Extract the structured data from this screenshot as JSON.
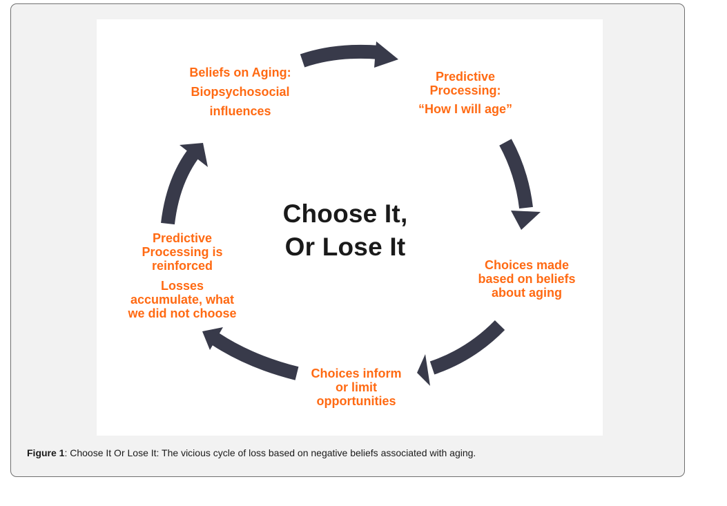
{
  "diagram": {
    "title_lines": [
      "Choose It,",
      "Or Lose It"
    ],
    "nodes": {
      "beliefs": [
        "Beliefs on Aging:",
        "Biopsychosocial",
        "influences"
      ],
      "predictive": [
        "Predictive",
        "Processing:",
        "“How I will age”"
      ],
      "choices_made": [
        "Choices made",
        "based on beliefs",
        "about aging"
      ],
      "choices_inform": [
        "Choices inform",
        "or limit",
        "opportunities"
      ],
      "reinforced": [
        "Predictive",
        "Processing is",
        "reinforced"
      ],
      "losses": [
        "Losses",
        "accumulate, what",
        "we did not choose"
      ]
    },
    "colors": {
      "label": "#ff6a13",
      "arrow": "#383a4a",
      "title": "#1a1a1a"
    }
  },
  "caption": {
    "label": "Figure 1",
    "text": ": Choose It Or Lose It: The vicious cycle of loss based on negative beliefs associated with aging."
  }
}
